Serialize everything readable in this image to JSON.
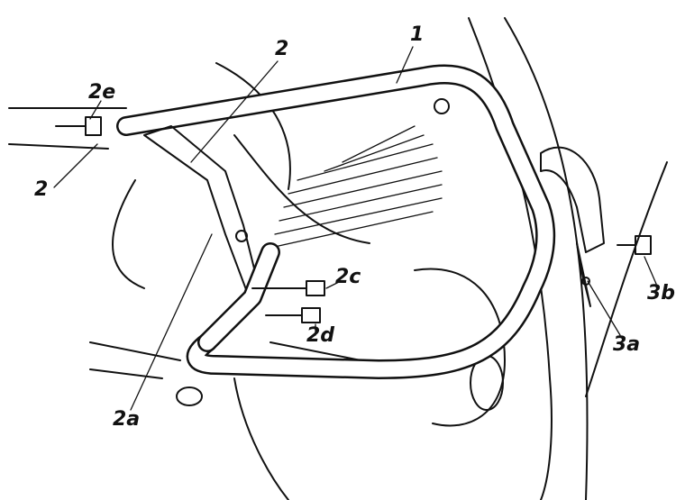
{
  "labels": {
    "part_1": "1",
    "part_2_top": "2",
    "part_2_left": "2",
    "part_2e": "2e",
    "part_2c": "2c",
    "part_2d": "2d",
    "part_2a": "2a",
    "part_3a": "3a",
    "part_3b": "3b"
  },
  "colors": {
    "ink": "#111111",
    "paper": "#ffffff"
  }
}
